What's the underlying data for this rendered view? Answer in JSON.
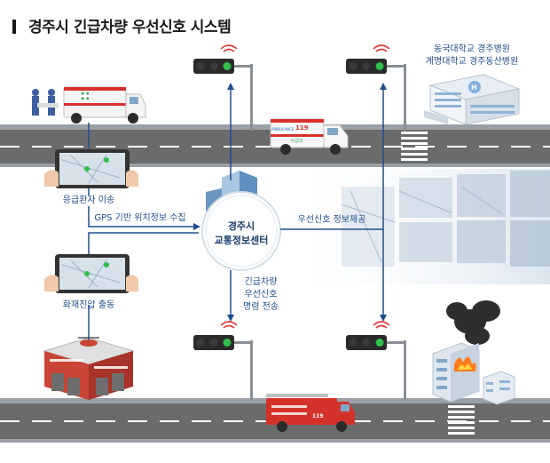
{
  "title": "경주시 긴급차량 우선신호 시스템",
  "hospital_lines": [
    "동국대학교 경주병원",
    "계명대학교 경주동산병원"
  ],
  "center_lines": [
    "경주시",
    "교통정보센터"
  ],
  "labels": {
    "patient_transfer": "응급환자 이송",
    "gps_info": "GPS 기반 위치정보 수집",
    "fire_dispatch": "화재진압 출동",
    "signal_info": "우선신호 정보제공",
    "command_lines": [
      "긴급차량",
      "우선신호",
      "명령 전송"
    ]
  },
  "vehicle_text": {
    "ambulance_number": "119",
    "ambulance_word": "구급대",
    "ambulance_brand": "AMBULANCE",
    "fire_number": "119"
  },
  "colors": {
    "arrow": "#1f4e8c",
    "road": "#6b6b6b",
    "lane": "#ffffff",
    "signal_green": "#2fbf4a",
    "signal_off": "#3a3a3a",
    "wireless": "#e23b3b",
    "center": "#2c6fbf"
  }
}
